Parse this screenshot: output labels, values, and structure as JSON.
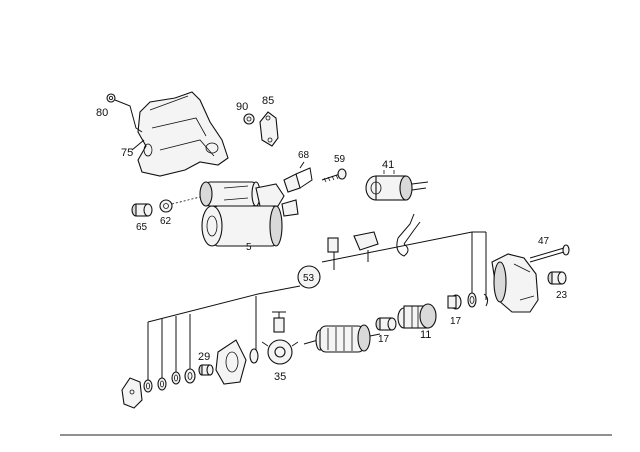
{
  "diagram": {
    "callouts": {
      "c80": "80",
      "c75": "75",
      "c90": "90",
      "c85": "85",
      "c68": "68",
      "c59": "59",
      "c41": "41",
      "c65": "65",
      "c62": "62",
      "c5": "5",
      "c53": "53",
      "c47": "47",
      "c23": "23",
      "c29": "29",
      "c35": "35",
      "c17a": "17",
      "c11": "11",
      "c17b": "17"
    }
  }
}
